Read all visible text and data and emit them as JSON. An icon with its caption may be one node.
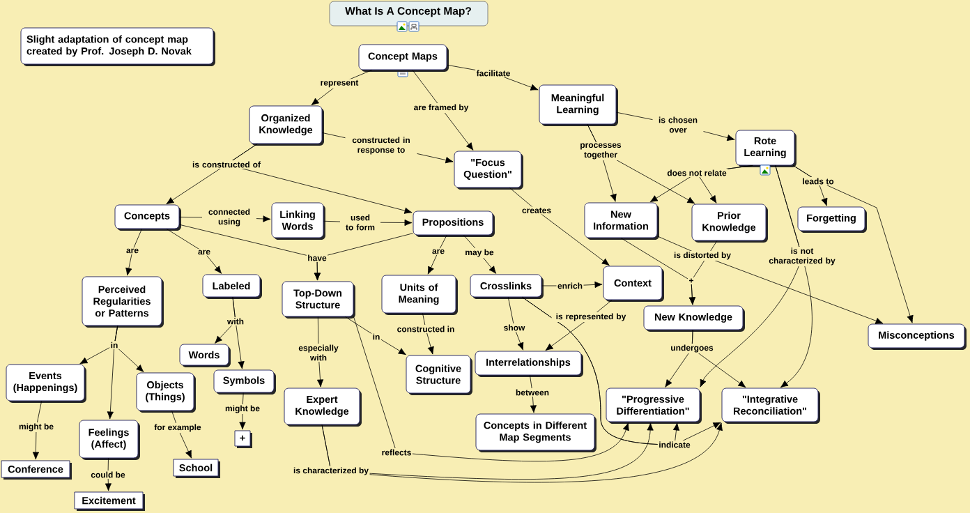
{
  "diagram": {
    "title": "What Is A Concept Map?",
    "nodes": [
      {
        "text": [
          "Slight adaptation of concept map created by Prof. Joseph D. Novak"
        ]
      },
      {
        "text": [
          "Concept Maps"
        ]
      },
      {
        "text": [
          "Organized Knowledge"
        ]
      },
      {
        "text": [
          "Meaningful Learning"
        ]
      },
      {
        "text": [
          "\"Focus Question\""
        ]
      },
      {
        "text": [
          "Rote Learning"
        ]
      },
      {
        "text": [
          "Concepts"
        ]
      },
      {
        "text": [
          "Linking Words"
        ]
      },
      {
        "text": [
          "Propositions"
        ]
      },
      {
        "text": [
          "New Information"
        ]
      },
      {
        "text": [
          "Prior Knowledge"
        ]
      },
      {
        "text": [
          "Forgetting"
        ]
      },
      {
        "text": [
          "Perceived Regularities or Patterns"
        ]
      },
      {
        "text": [
          "Labeled"
        ]
      },
      {
        "text": [
          "Top-Down Structure"
        ]
      },
      {
        "text": [
          "Units of Meaning"
        ]
      },
      {
        "text": [
          "Crosslinks"
        ]
      },
      {
        "text": [
          "Context"
        ]
      },
      {
        "text": [
          "New Knowledge"
        ]
      },
      {
        "text": [
          "Misconceptions"
        ]
      },
      {
        "text": [
          "Events (Happenings)"
        ]
      },
      {
        "text": [
          "Feelings (Affect)"
        ]
      },
      {
        "text": [
          "Objects (Things)"
        ]
      },
      {
        "text": [
          "Words"
        ]
      },
      {
        "text": [
          "Symbols"
        ]
      },
      {
        "text": [
          "+"
        ]
      },
      {
        "text": [
          "Conference"
        ]
      },
      {
        "text": [
          "Excitement"
        ]
      },
      {
        "text": [
          "School"
        ]
      },
      {
        "text": [
          "Expert Knowledge"
        ]
      },
      {
        "text": [
          "Cognitive Structure"
        ]
      },
      {
        "text": [
          "Interrelationships"
        ]
      },
      {
        "text": [
          "Concepts in Different Map Segments"
        ]
      },
      {
        "text": [
          "\"Progressive Differentiation\""
        ]
      },
      {
        "text": [
          "\"Integrative Reconciliation\""
        ]
      }
    ],
    "edges": [
      {
        "from": 1,
        "to": 2,
        "arrow": "to",
        "label": "represent"
      },
      {
        "from": 1,
        "to": 4,
        "arrow": "to",
        "label": "are framed by"
      },
      {
        "from": 1,
        "to": 3,
        "arrow": "to",
        "label": "facilitate"
      },
      {
        "from": 2,
        "to": 6,
        "arrow": "to",
        "label": "is constructed of"
      },
      {
        "from": 2,
        "to": 8,
        "arrow": "to"
      },
      {
        "from": 2,
        "to": 4,
        "arrow": "to",
        "label": "constructed in response to"
      },
      {
        "from": 3,
        "to": 5,
        "arrow": "to",
        "label": "is chosen over"
      },
      {
        "from": 3,
        "to": 9,
        "arrow": "to",
        "label": "processes together"
      },
      {
        "from": 3,
        "to": 10,
        "arrow": "to"
      },
      {
        "from": 5,
        "to": 9,
        "arrow": "to",
        "label": "does not relate"
      },
      {
        "from": 5,
        "to": 10,
        "arrow": "to"
      },
      {
        "from": 5,
        "to": 11,
        "arrow": "to",
        "label": "leads to"
      },
      {
        "from": 5,
        "to": 19,
        "arrow": "to"
      },
      {
        "from": 5,
        "to": 33,
        "arrow": "to",
        "label": "is not characterized by"
      },
      {
        "from": 5,
        "to": 34,
        "arrow": "to"
      },
      {
        "from": 4,
        "to": 17,
        "arrow": "to",
        "label": "creates"
      },
      {
        "from": 6,
        "to": 7,
        "arrow": "to",
        "label": "connected using"
      },
      {
        "from": 7,
        "to": 8,
        "arrow": "to",
        "label": "used to form"
      },
      {
        "from": 6,
        "to": 14,
        "arrow": "to",
        "label": "have"
      },
      {
        "from": 8,
        "to": 14,
        "arrow": "to"
      },
      {
        "from": 6,
        "to": 12,
        "arrow": "to",
        "label": "are"
      },
      {
        "from": 6,
        "to": 13,
        "arrow": "to",
        "label": "are"
      },
      {
        "from": 8,
        "to": 15,
        "arrow": "to",
        "label": "are"
      },
      {
        "from": 8,
        "to": 16,
        "arrow": "to",
        "label": "may be"
      },
      {
        "from": 13,
        "to": 23,
        "arrow": "to",
        "label": "with"
      },
      {
        "from": 13,
        "to": 24,
        "arrow": "to"
      },
      {
        "from": 12,
        "to": 20,
        "arrow": "to",
        "label": "in"
      },
      {
        "from": 12,
        "to": 21,
        "arrow": "to"
      },
      {
        "from": 12,
        "to": 22,
        "arrow": "to"
      },
      {
        "from": 20,
        "to": 26,
        "arrow": "to",
        "label": "might be"
      },
      {
        "from": 21,
        "to": 27,
        "arrow": "to",
        "label": "could be"
      },
      {
        "from": 22,
        "to": 28,
        "arrow": "to",
        "label": "for example"
      },
      {
        "from": 24,
        "to": 25,
        "arrow": "to",
        "label": "might be"
      },
      {
        "from": 14,
        "to": 29,
        "arrow": "to",
        "label": "especially with"
      },
      {
        "from": 14,
        "to": 30,
        "arrow": "to",
        "label": "in"
      },
      {
        "from": 15,
        "to": 30,
        "arrow": "to",
        "label": "constructed in"
      },
      {
        "from": 16,
        "to": 17,
        "arrow": "to",
        "label": "enrich"
      },
      {
        "from": 16,
        "to": 31,
        "arrow": "to",
        "label": "show"
      },
      {
        "from": 17,
        "to": 31,
        "arrow": "to",
        "label": "is represented by"
      },
      {
        "from": 31,
        "to": 32,
        "arrow": "to",
        "label": "between"
      },
      {
        "from": 9,
        "to": 18,
        "arrow": "to",
        "label": "+"
      },
      {
        "from": 10,
        "to": 18,
        "arrow": "to"
      },
      {
        "from": 9,
        "to": 19,
        "arrow": "to",
        "label": "is distorted by"
      },
      {
        "from": 18,
        "to": 33,
        "arrow": "to",
        "label": "undergoes"
      },
      {
        "from": 18,
        "to": 34,
        "arrow": "to"
      },
      {
        "from": 14,
        "to": 33,
        "arrow": "to",
        "label": "reflects"
      },
      {
        "from": 29,
        "to": 33,
        "arrow": "to",
        "label": "is characterized by"
      },
      {
        "from": 29,
        "to": 34,
        "arrow": "to"
      },
      {
        "from": 16,
        "to": 33,
        "arrow": "to",
        "label": "indicate"
      },
      {
        "from": 16,
        "to": 34,
        "arrow": "to"
      }
    ]
  }
}
